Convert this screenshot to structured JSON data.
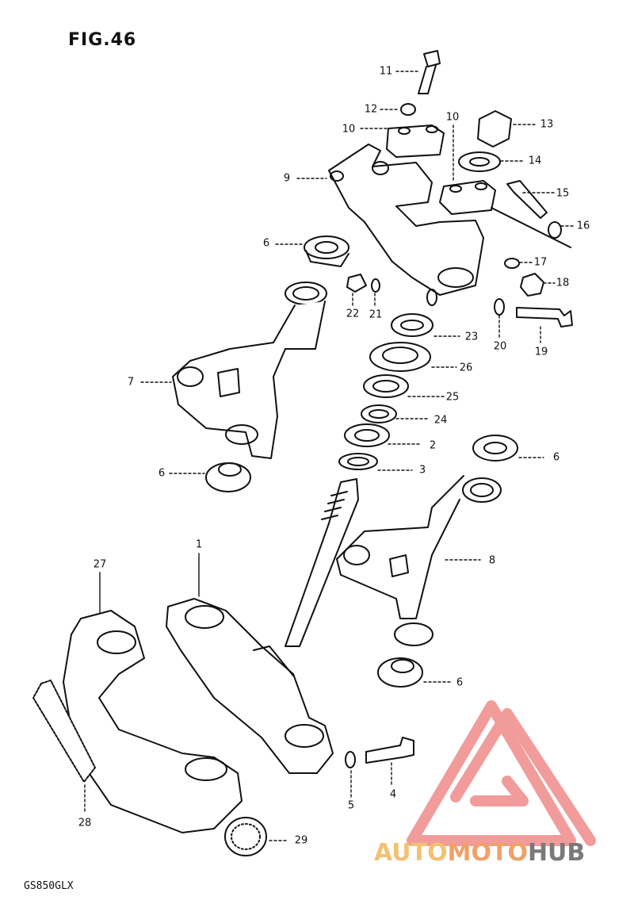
{
  "figure": {
    "title": "FIG.46",
    "model": "GS850GLX"
  },
  "callouts": [
    {
      "id": "c11",
      "label": "11"
    },
    {
      "id": "c12",
      "label": "12"
    },
    {
      "id": "c10a",
      "label": "10"
    },
    {
      "id": "c10b",
      "label": "10"
    },
    {
      "id": "c13",
      "label": "13"
    },
    {
      "id": "c14",
      "label": "14"
    },
    {
      "id": "c9",
      "label": "9"
    },
    {
      "id": "c15",
      "label": "15"
    },
    {
      "id": "c16",
      "label": "16"
    },
    {
      "id": "c6a",
      "label": "6"
    },
    {
      "id": "c17",
      "label": "17"
    },
    {
      "id": "c18",
      "label": "18"
    },
    {
      "id": "c22",
      "label": "22"
    },
    {
      "id": "c21",
      "label": "21"
    },
    {
      "id": "c23",
      "label": "23"
    },
    {
      "id": "c20",
      "label": "20"
    },
    {
      "id": "c19",
      "label": "19"
    },
    {
      "id": "c7",
      "label": "7"
    },
    {
      "id": "c26",
      "label": "26"
    },
    {
      "id": "c25",
      "label": "25"
    },
    {
      "id": "c24",
      "label": "24"
    },
    {
      "id": "c2",
      "label": "2"
    },
    {
      "id": "c6b",
      "label": "6"
    },
    {
      "id": "c3",
      "label": "3"
    },
    {
      "id": "c6c",
      "label": "6"
    },
    {
      "id": "c1",
      "label": "1"
    },
    {
      "id": "c27",
      "label": "27"
    },
    {
      "id": "c8",
      "label": "8"
    },
    {
      "id": "c6d",
      "label": "6"
    },
    {
      "id": "c5",
      "label": "5"
    },
    {
      "id": "c4",
      "label": "4"
    },
    {
      "id": "c28",
      "label": "28"
    },
    {
      "id": "c29",
      "label": "29"
    }
  ],
  "watermark": {
    "part1": "AUTO",
    "part2": "MOTO",
    "part3": "HUB",
    "color_auto": "#f3c173",
    "color_moto": "#f0a06a",
    "color_hub": "#7a7a7a",
    "color_triangle": "#f08a8a"
  }
}
